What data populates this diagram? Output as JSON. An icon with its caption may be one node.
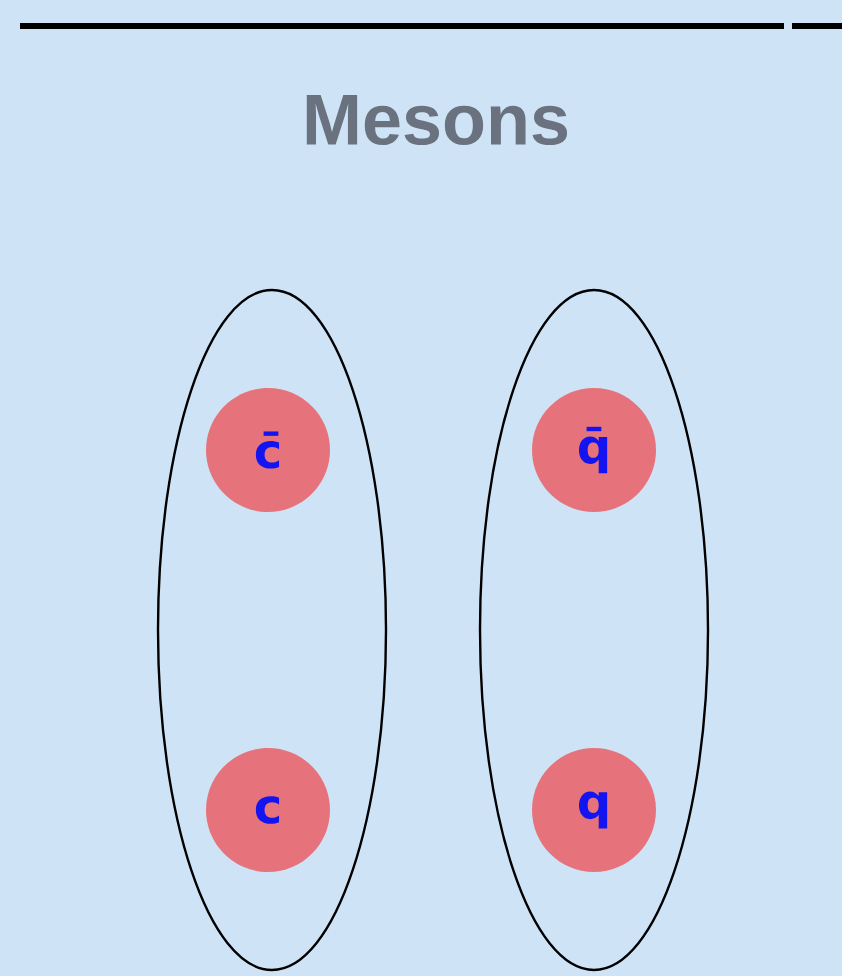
{
  "diagram": {
    "title": "Mesons",
    "nodes": [
      {
        "text": [],
        "shape": "ellipse"
      },
      {
        "text": [
          "c̄"
        ],
        "in": 0
      },
      {
        "text": [
          "c"
        ],
        "in": 0
      },
      {
        "text": [],
        "shape": "ellipse"
      },
      {
        "text": [
          "q̄"
        ],
        "in": 3
      },
      {
        "text": [
          "q"
        ],
        "in": 3
      }
    ]
  }
}
